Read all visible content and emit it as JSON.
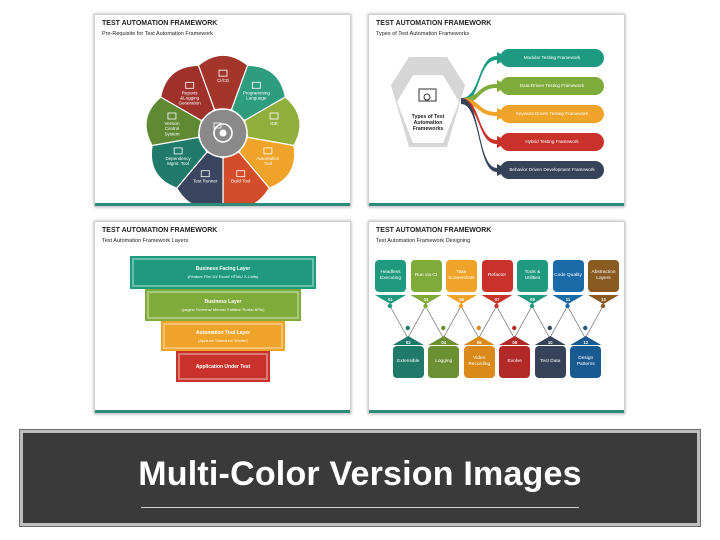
{
  "slide1": {
    "title": "TEST AUTOMATION FRAMEWORK",
    "subtitle": "Pre-Requisite for Test Automation Framework",
    "petals": [
      {
        "label": "CI/CD",
        "color": "#a3352b"
      },
      {
        "label": "Programming Language",
        "color": "#2e9d7e"
      },
      {
        "label": "IDE",
        "color": "#8fae3c"
      },
      {
        "label": "Automation Tool",
        "color": "#f0a329"
      },
      {
        "label": "Build Tool",
        "color": "#d44d2a"
      },
      {
        "label": "Test Runner",
        "color": "#3a4660"
      },
      {
        "label": "Dependency Mgmt. Tool",
        "color": "#1f7a6a"
      },
      {
        "label": "Version Control System",
        "color": "#5f8a33"
      },
      {
        "label": "Reports &Logging Generation",
        "color": "#a0302a"
      }
    ]
  },
  "slide2": {
    "title": "TEST AUTOMATION FRAMEWORK",
    "subtitle": "Types of Test Automation Frameworks",
    "center": "Types of Test Automation Frameworks",
    "types": [
      {
        "label": "Modular Testing Framework",
        "color": "#1e9a80"
      },
      {
        "label": "Data-Driven Testing Framework",
        "color": "#7fab3a"
      },
      {
        "label": "Keyword Driven Testing Framework",
        "color": "#f0a329"
      },
      {
        "label": "Hybrid Testing Framework",
        "color": "#c8322b"
      },
      {
        "label": "Behavior Driven Development Framework",
        "color": "#354259"
      }
    ]
  },
  "slide3": {
    "title": "TEST AUTOMATION FRAMEWORK",
    "subtitle": "Test Automation Framework Layers",
    "layers": [
      {
        "name": "Business Facing Layer",
        "desc": "(Feature File/ UI/ Excel/ HTML/ X-Units)",
        "color": "#1f9a7f"
      },
      {
        "name": "Business Layer",
        "desc": "(pages/ Screens/ Menus/ Entities/ Rules/ APIs)",
        "color": "#7fab3a"
      },
      {
        "name": "Automation Tool Layer",
        "desc": "(Appium/ Selenium/ Winiter)",
        "color": "#f0a329"
      },
      {
        "name": "Application Under Test",
        "desc": "",
        "color": "#c8322b"
      }
    ]
  },
  "slide4": {
    "title": "TEST AUTOMATION FRAMEWORK",
    "subtitle": "Test Automation Framework Designing",
    "top": [
      {
        "label": "Headless Executing",
        "num": "01",
        "color": "#1f9a7f"
      },
      {
        "label": "Run via CI",
        "num": "03",
        "color": "#7fab3a"
      },
      {
        "label": "Take Screenshots",
        "num": "05",
        "color": "#f0a329"
      },
      {
        "label": "Refactor",
        "num": "07",
        "color": "#c8322b"
      },
      {
        "label": "Tools & Utilities",
        "num": "09",
        "color": "#1f9a7f"
      },
      {
        "label": "Code Quality",
        "num": "11",
        "color": "#1a6aa8"
      },
      {
        "label": "Abstraction Layers",
        "num": "13",
        "color": "#8a5a23"
      }
    ],
    "bottom": [
      {
        "label": "Extensible",
        "num": "02",
        "color": "#1f7a6a"
      },
      {
        "label": "Logging",
        "num": "04",
        "color": "#6b8f33"
      },
      {
        "label": "Video Recording",
        "num": "06",
        "color": "#d98a1a"
      },
      {
        "label": "Evolve",
        "num": "08",
        "color": "#b12a27"
      },
      {
        "label": "Test Data",
        "num": "10",
        "color": "#354259"
      },
      {
        "label": "Design Patterns",
        "num": "12",
        "color": "#1a5a92"
      }
    ]
  },
  "banner": {
    "text": "Multi-Color Version Images"
  }
}
